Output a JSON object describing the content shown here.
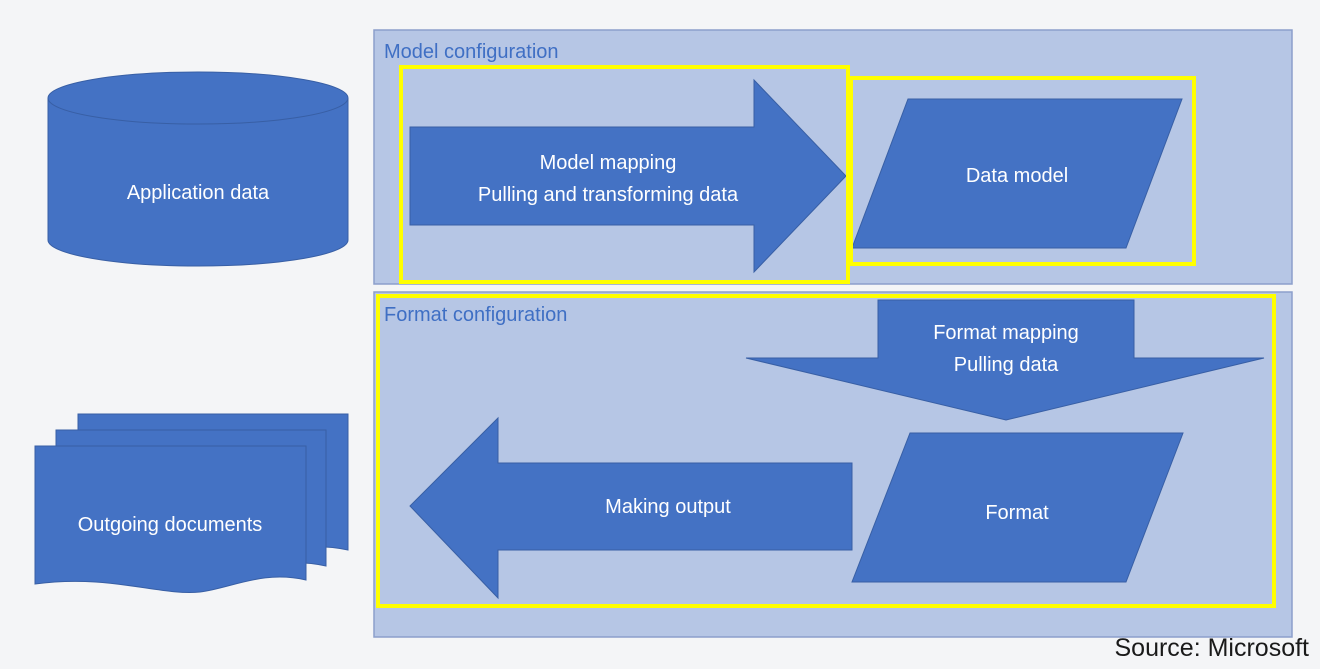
{
  "colors": {
    "background": "#f4f5f7",
    "panel_fill": "#b6c6e5",
    "panel_border": "#8b9fcb",
    "panel_title": "#3f6fc4",
    "shape_fill": "#4472c4",
    "shape_border": "#385fa5",
    "shape_text": "#ffffff",
    "highlight": "#ffff00",
    "source_text": "#1a1a1a"
  },
  "diagram": {
    "application_data": {
      "icon": "database-cylinder",
      "label": "Application data"
    },
    "outgoing_documents": {
      "icon": "multiple-documents",
      "label": "Outgoing documents"
    },
    "model_configuration": {
      "title": "Model configuration",
      "model_mapping": {
        "icon": "arrow-right",
        "line1": "Model mapping",
        "line2": "Pulling and transforming data"
      },
      "data_model": {
        "icon": "parallelogram",
        "label": "Data model"
      }
    },
    "format_configuration": {
      "title": "Format configuration",
      "format_mapping": {
        "icon": "arrow-down",
        "line1": "Format mapping",
        "line2": "Pulling data"
      },
      "format": {
        "icon": "parallelogram",
        "label": "Format"
      },
      "making_output": {
        "icon": "arrow-left",
        "label": "Making output"
      }
    },
    "source": "Source: Microsoft"
  }
}
